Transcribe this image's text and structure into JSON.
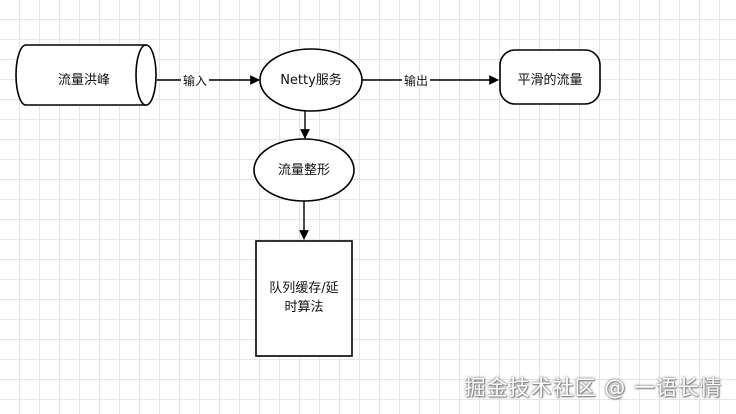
{
  "nodes": {
    "flood": "流量洪峰",
    "netty": "Netty服务",
    "smooth": "平滑的流量",
    "shaping": "流量整形",
    "queue": "队列缓存/延时算法"
  },
  "edges": {
    "input": "输入",
    "output": "输出"
  },
  "watermark": "掘金技术社区 @ 一语长情",
  "colors": {
    "stroke": "#000000",
    "grid": "#e6e6e6",
    "background": "#ffffff"
  }
}
